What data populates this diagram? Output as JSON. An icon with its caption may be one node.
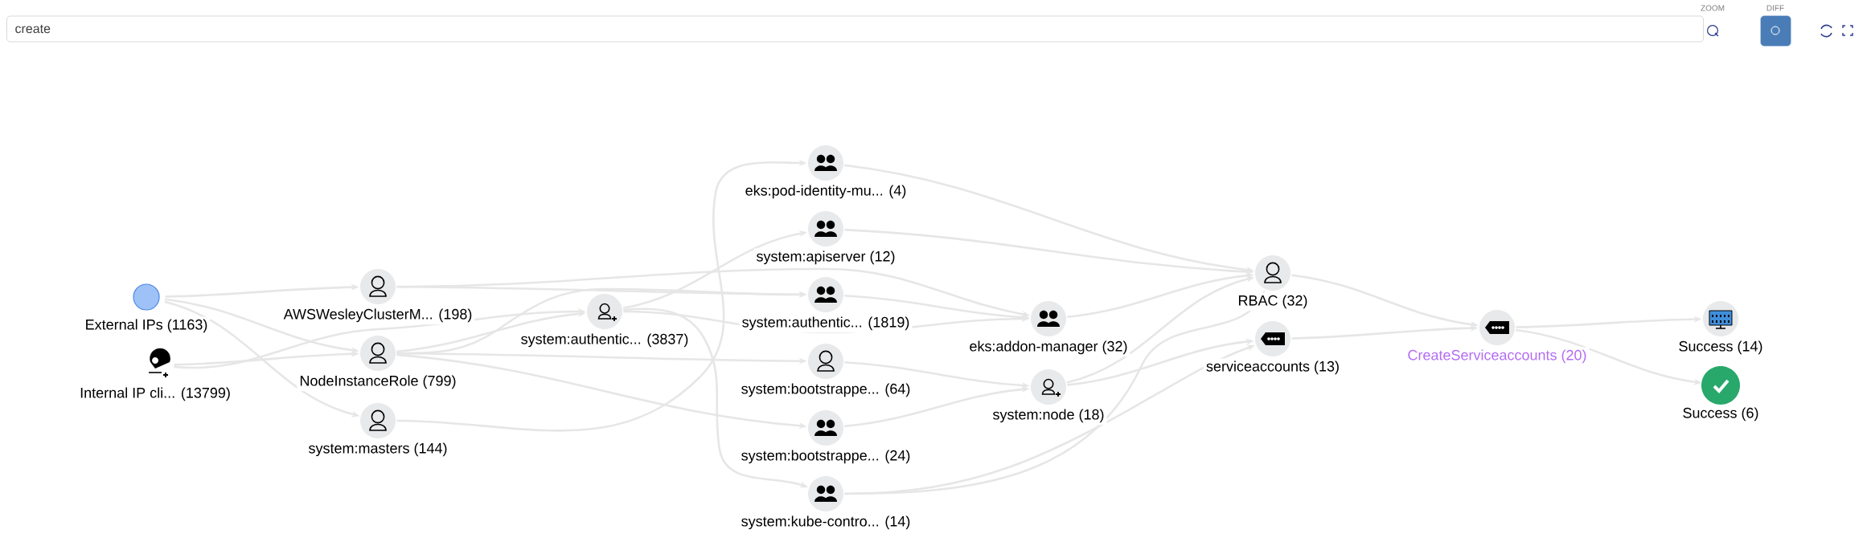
{
  "diagram": {
    "nodes": [
      {
        "text": [
          "External IPs (1163)"
        ]
      },
      {
        "text": [
          "Internal IP cli... (13799)"
        ]
      },
      {
        "text": [
          "AWSWesleyClusterM... (198)"
        ]
      },
      {
        "text": [
          "NodeInstanceRole (799)"
        ]
      },
      {
        "text": [
          "system:masters (144)"
        ]
      },
      {
        "text": [
          "system:authentic... (3837)"
        ]
      },
      {
        "text": [
          "eks:pod-identity-mu... (4)"
        ]
      },
      {
        "text": [
          "system:apiserver (12)"
        ]
      },
      {
        "text": [
          "system:authentic... (1819)"
        ]
      },
      {
        "text": [
          "system:bootstrappe... (64)"
        ]
      },
      {
        "text": [
          "system:bootstrappe... (24)"
        ]
      },
      {
        "text": [
          "system:kube-contro... (14)"
        ]
      },
      {
        "text": [
          "eks:addon-manager (32)"
        ]
      },
      {
        "text": [
          "system:node (18)"
        ]
      },
      {
        "text": [
          "RBAC (32)"
        ]
      },
      {
        "text": [
          "serviceaccounts (13)"
        ]
      },
      {
        "text": [
          "CreateServiceaccounts (20)"
        ]
      },
      {
        "text": [
          "Success (14)"
        ]
      },
      {
        "text": [
          "Success (6)"
        ]
      }
    ],
    "edges": [
      {
        "from": 0,
        "to": 2,
        "arrow": "to"
      },
      {
        "from": 0,
        "to": 3,
        "arrow": "to"
      },
      {
        "from": 0,
        "to": 4,
        "arrow": "to"
      },
      {
        "from": 1,
        "to": 3,
        "arrow": "to"
      },
      {
        "from": 1,
        "to": 5,
        "arrow": "to"
      },
      {
        "from": 2,
        "to": 8,
        "arrow": "to"
      },
      {
        "from": 2,
        "to": 12,
        "arrow": "to"
      },
      {
        "from": 3,
        "to": 5,
        "arrow": "to"
      },
      {
        "from": 3,
        "to": 8,
        "arrow": "to"
      },
      {
        "from": 3,
        "to": 9,
        "arrow": "to"
      },
      {
        "from": 3,
        "to": 10,
        "arrow": "to"
      },
      {
        "from": 4,
        "to": 6,
        "arrow": "to"
      },
      {
        "from": 5,
        "to": 7,
        "arrow": "to"
      },
      {
        "from": 5,
        "to": 12,
        "arrow": "to"
      },
      {
        "from": 5,
        "to": 11,
        "arrow": "to"
      },
      {
        "from": 6,
        "to": 14,
        "arrow": "to"
      },
      {
        "from": 7,
        "to": 14,
        "arrow": "to"
      },
      {
        "from": 8,
        "to": 12,
        "arrow": "to"
      },
      {
        "from": 12,
        "to": 14,
        "arrow": "to"
      },
      {
        "from": 9,
        "to": 13,
        "arrow": "to"
      },
      {
        "from": 10,
        "to": 13,
        "arrow": "to"
      },
      {
        "from": 13,
        "to": 14,
        "arrow": "to"
      },
      {
        "from": 13,
        "to": 15,
        "arrow": "to"
      },
      {
        "from": 11,
        "to": 14,
        "arrow": "to"
      },
      {
        "from": 11,
        "to": 15,
        "arrow": "to"
      },
      {
        "from": 14,
        "to": 16,
        "arrow": "to"
      },
      {
        "from": 15,
        "to": 16,
        "arrow": "to"
      },
      {
        "from": 16,
        "to": 17,
        "arrow": "to"
      },
      {
        "from": 16,
        "to": 18,
        "arrow": "to"
      }
    ],
    "labels": [
      "create",
      "ZOOM",
      "DIFF"
    ]
  }
}
